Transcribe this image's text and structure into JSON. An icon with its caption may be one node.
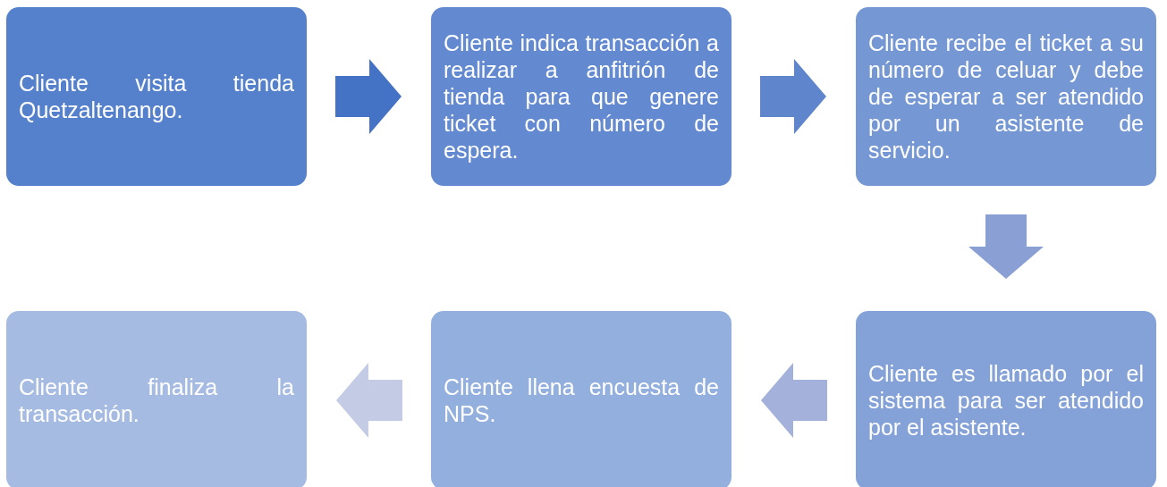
{
  "diagram": {
    "nodes": [
      {
        "text": [
          "Cliente visita tienda Quetzaltenango."
        ]
      },
      {
        "text": [
          "Cliente indica transacción a realizar a anfitrión de tienda para que genere ticket con número de espera."
        ]
      },
      {
        "text": [
          "Cliente recibe el ticket a su número de celuar y debe de esperar a ser atendido por un asistente de servicio."
        ]
      },
      {
        "text": [
          "Cliente es llamado por el sistema para ser atendido por el asistente."
        ]
      },
      {
        "text": [
          "Cliente llena encuesta de NPS."
        ]
      },
      {
        "text": [
          "Cliente finaliza la transacción."
        ]
      }
    ],
    "edges": [
      {
        "from": 0,
        "to": 1,
        "arrow": "to",
        "style": "thick",
        "color": "#4472c4"
      },
      {
        "from": 1,
        "to": 2,
        "arrow": "to",
        "style": "thick",
        "color": "#5f86cc"
      },
      {
        "from": 2,
        "to": 3,
        "arrow": "to",
        "style": "thick",
        "color": "#8a9fd4"
      },
      {
        "from": 3,
        "to": 4,
        "arrow": "to",
        "style": "thick",
        "color": "#a4b2db"
      },
      {
        "from": 4,
        "to": 5,
        "arrow": "to",
        "style": "thick",
        "color": "#c3cbe5"
      }
    ]
  }
}
